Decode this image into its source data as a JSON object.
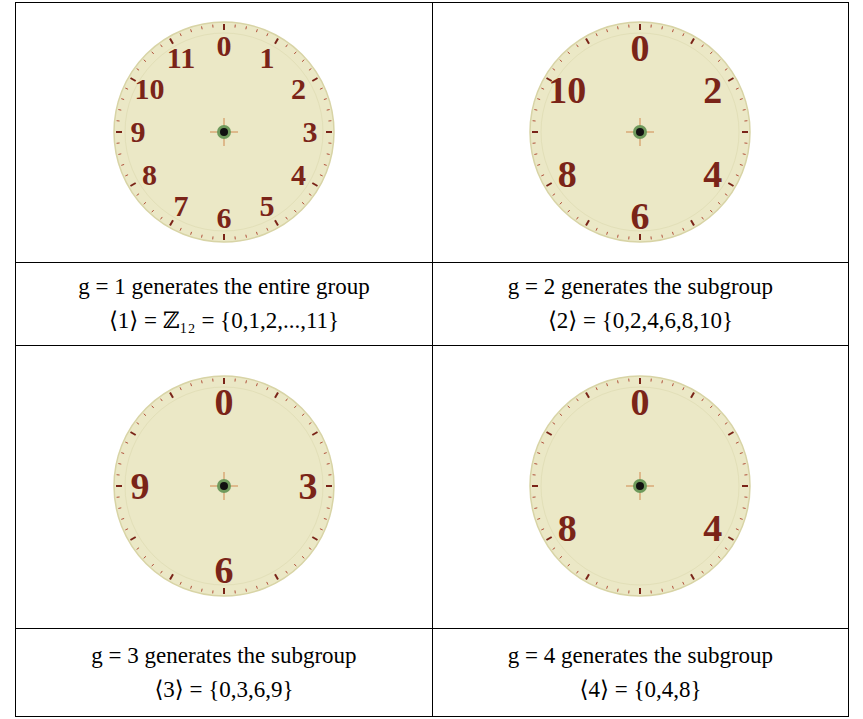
{
  "diagram": {
    "nodes": [
      {
        "text": [
          "0",
          "1",
          "2",
          "3",
          "4",
          "5",
          "6",
          "7",
          "8",
          "9",
          "10",
          "11"
        ]
      },
      {
        "text": [
          "0",
          "2",
          "4",
          "6",
          "8",
          "10"
        ]
      },
      {
        "text": [
          "g = 1 generates the entire group",
          "⟨1⟩ = ℤ₁₂ = {0,1,2,...,11}"
        ]
      },
      {
        "text": [
          "g = 2 generates the subgroup",
          "⟨2⟩ = {0,2,4,6,8,10}"
        ]
      },
      {
        "text": [
          "0",
          "3",
          "6",
          "9"
        ]
      },
      {
        "text": [
          "0",
          "4",
          "8"
        ]
      },
      {
        "text": [
          "g = 3 generates the subgroup",
          "⟨3⟩ = {0,3,6,9}"
        ]
      },
      {
        "text": [
          "g = 4 generates the subgroup",
          "⟨4⟩ = {0,4,8}"
        ]
      }
    ]
  }
}
